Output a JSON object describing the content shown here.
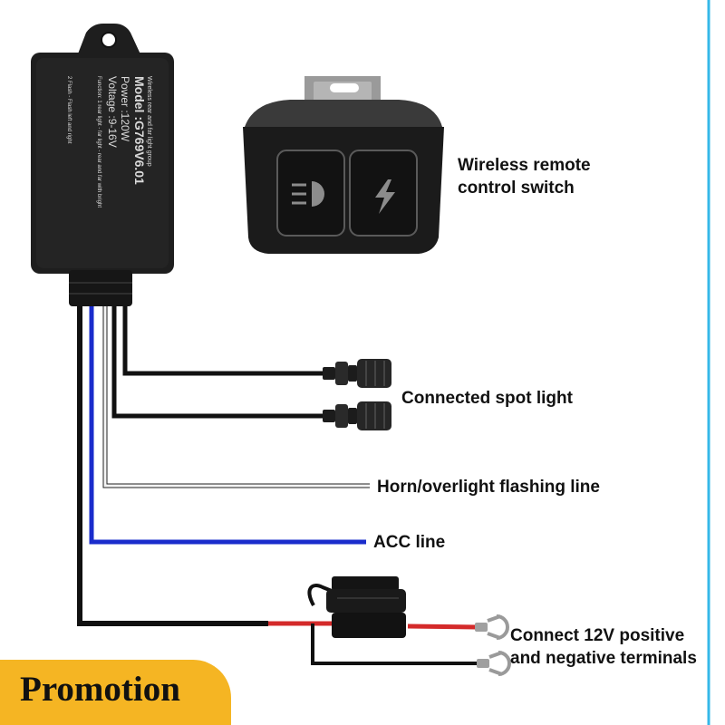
{
  "controller": {
    "small_header": "Wireless rear and far light group",
    "model": "Model :G769V6.01",
    "power": "Power :120W",
    "voltage": "Voltage :9-16V",
    "function": "Function: 1 rear light - far light - rear and far with bright",
    "flash": "2 Flash - Flash left and right"
  },
  "labels": {
    "remote_line1": "Wireless remote",
    "remote_line2": "control switch",
    "spot_light": "Connected spot light",
    "horn_line": "Horn/overlight flashing line",
    "acc_line": "ACC line",
    "power_line1": "Connect 12V positive",
    "power_line2": "and negative terminals"
  },
  "promotion": "Promotion",
  "colors": {
    "accent_blue": "#1a2ccc",
    "wire_red": "#d42a2a",
    "promo_bg": "#f5b523",
    "device_body": "#1e1e1e"
  },
  "icons": {
    "left_button": "headlight-icon",
    "right_button": "lightning-icon"
  }
}
